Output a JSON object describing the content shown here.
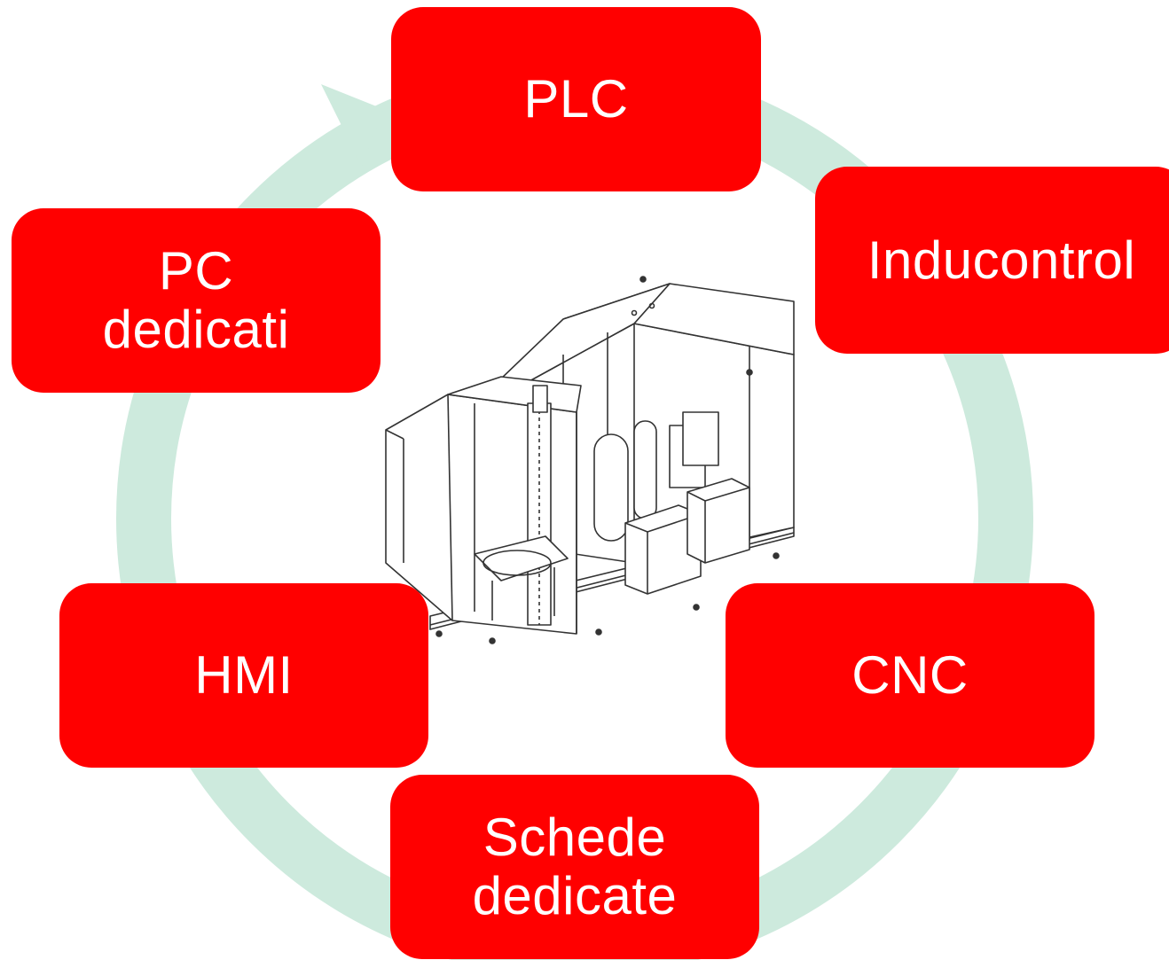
{
  "colors": {
    "node_fill": "#ff0000",
    "node_text": "#ffffff",
    "cycle_arrow": "#cdeadd"
  },
  "cycle": {
    "nodes": [
      {
        "id": "plc",
        "label": "PLC"
      },
      {
        "id": "inducontrol",
        "label": "Inducontrol"
      },
      {
        "id": "cnc",
        "label": "CNC"
      },
      {
        "id": "schede",
        "label": "Schede\ndedicate"
      },
      {
        "id": "hmi",
        "label": "HMI"
      },
      {
        "id": "pc",
        "label": "PC\ndedicati"
      }
    ]
  },
  "center_image": {
    "icon": "induction-machine-drawing"
  }
}
